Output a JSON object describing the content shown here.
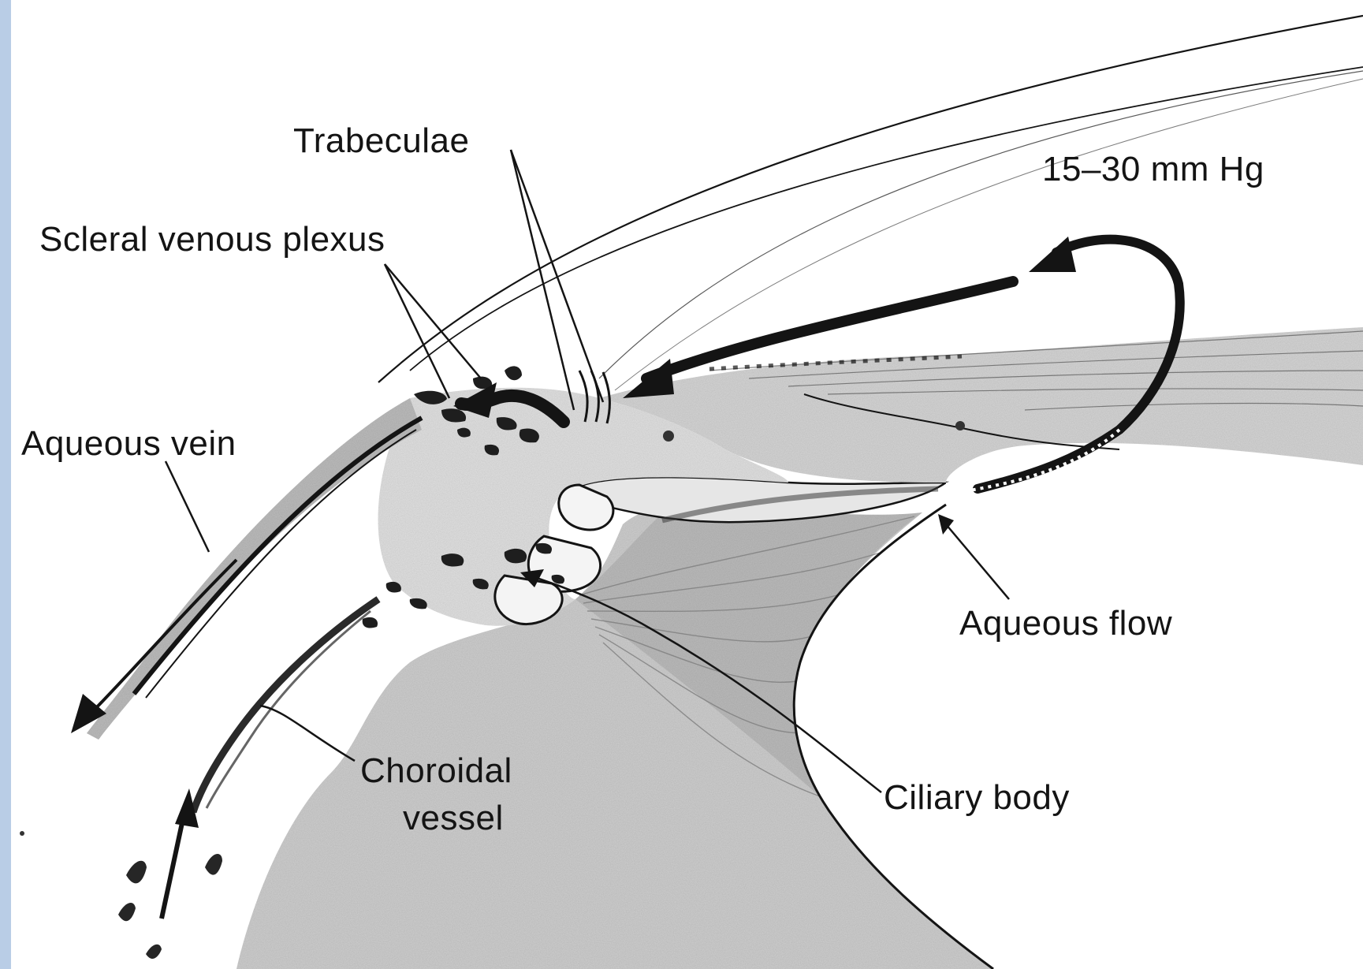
{
  "labels": {
    "trabeculae": "Trabeculae",
    "scleral_venous_plexus": "Scleral venous plexus",
    "aqueous_vein": "Aqueous vein",
    "pressure": "15–30 mm Hg",
    "aqueous_flow": "Aqueous flow",
    "choroidal_vessel_line1": "Choroidal",
    "choroidal_vessel_line2": "vessel",
    "ciliary_body": "Ciliary body"
  },
  "colors": {
    "ink": "#141414",
    "tissue_light": "#dcdcdc",
    "tissue_mid": "#c4c4c4",
    "tissue_dark": "#a8a8a8",
    "side_bar": "#b9cde6"
  }
}
